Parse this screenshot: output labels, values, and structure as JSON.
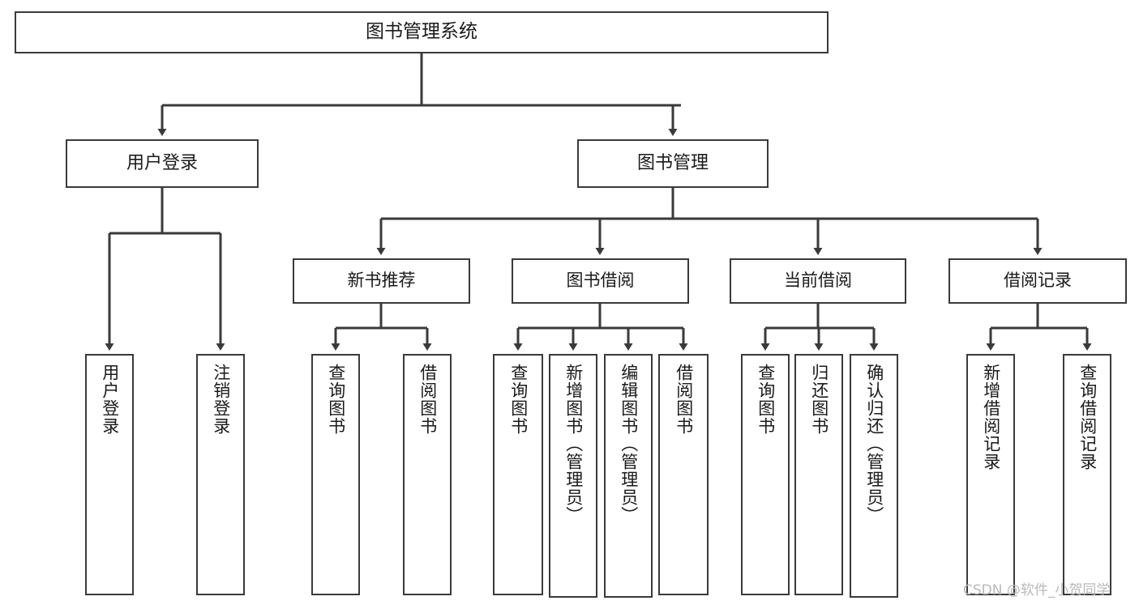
{
  "diagram": {
    "title": "图书管理系统",
    "type": "hierarchy-tree",
    "colors": {
      "background": "#ffffff",
      "box_border": "#3a3a3a",
      "box_fill": "#ffffff",
      "edge": "#3a3a3a",
      "text": "#1a1a1a",
      "watermark": "#b9b9b9"
    },
    "root": {
      "label": "图书管理系统"
    },
    "level2": [
      {
        "label": "用户登录"
      },
      {
        "label": "图书管理"
      }
    ],
    "level3": [
      {
        "label": "新书推荐"
      },
      {
        "label": "图书借阅"
      },
      {
        "label": "当前借阅"
      },
      {
        "label": "借阅记录"
      }
    ],
    "leaves": {
      "user_login": [
        {
          "label": "用户登录"
        },
        {
          "label": "注销登录"
        }
      ],
      "new_book_recommend": [
        {
          "label": "查询图书"
        },
        {
          "label": "借阅图书"
        }
      ],
      "book_borrow": [
        {
          "label": "查询图书"
        },
        {
          "label": "新增图书（管理员）"
        },
        {
          "label": "编辑图书（管理员）"
        },
        {
          "label": "借阅图书"
        }
      ],
      "current_borrow": [
        {
          "label": "查询图书"
        },
        {
          "label": "归还图书"
        },
        {
          "label": "确认归还（管理员）"
        }
      ],
      "borrow_record": [
        {
          "label": "新增借阅记录"
        },
        {
          "label": "查询借阅记录"
        }
      ]
    }
  },
  "watermark": {
    "text": "CSDN @软件_小贺同学"
  }
}
